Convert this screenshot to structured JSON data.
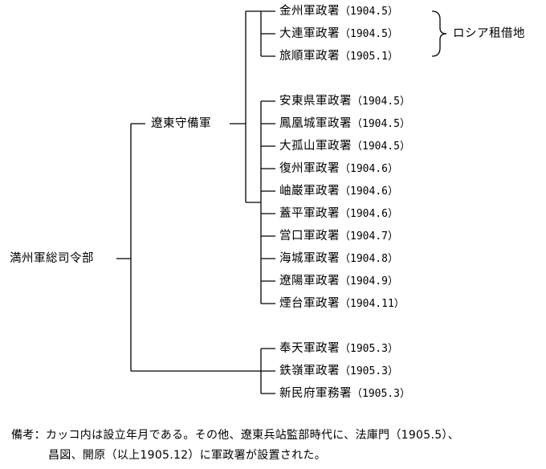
{
  "root": {
    "label": "満州軍総司令部"
  },
  "mid": {
    "label": "遼東守備軍"
  },
  "offices_group_a": [
    {
      "name": "金州軍政署",
      "date": "（1904.5）"
    },
    {
      "name": "大連軍政署",
      "date": "（1904.5）"
    },
    {
      "name": "旅順軍政署",
      "date": "（1905.1）"
    }
  ],
  "bracket_label": "ロシア租借地",
  "offices_group_b": [
    {
      "name": "安東県軍政署",
      "date": "（1904.5）"
    },
    {
      "name": "鳳凰城軍政署",
      "date": "（1904.5）"
    },
    {
      "name": "大孤山軍政署",
      "date": "（1904.5）"
    },
    {
      "name": "復州軍政署",
      "date": "（1904.6）"
    },
    {
      "name": "岫巌軍政署",
      "date": "（1904.6）"
    },
    {
      "name": "蓋平軍政署",
      "date": "（1904.6）"
    },
    {
      "name": "営口軍政署",
      "date": "（1904.7）"
    },
    {
      "name": "海城軍政署",
      "date": "（1904.8）"
    },
    {
      "name": "遼陽軍政署",
      "date": "（1904.9）"
    },
    {
      "name": "煙台軍政署",
      "date": "（1904.11）"
    }
  ],
  "offices_group_c": [
    {
      "name": "奉天軍政署",
      "date": "（1905.3）"
    },
    {
      "name": "鉄嶺軍政署",
      "date": "（1905.3）"
    },
    {
      "name": "新民府軍務署",
      "date": "（1905.3）"
    }
  ],
  "note": {
    "line1": "備考：カッコ内は設立年月である。その他、遼東兵站監部時代に、法庫門（1905.5）、",
    "line2": "昌図、開原（以上1905.12）に軍政署が設置された。"
  }
}
